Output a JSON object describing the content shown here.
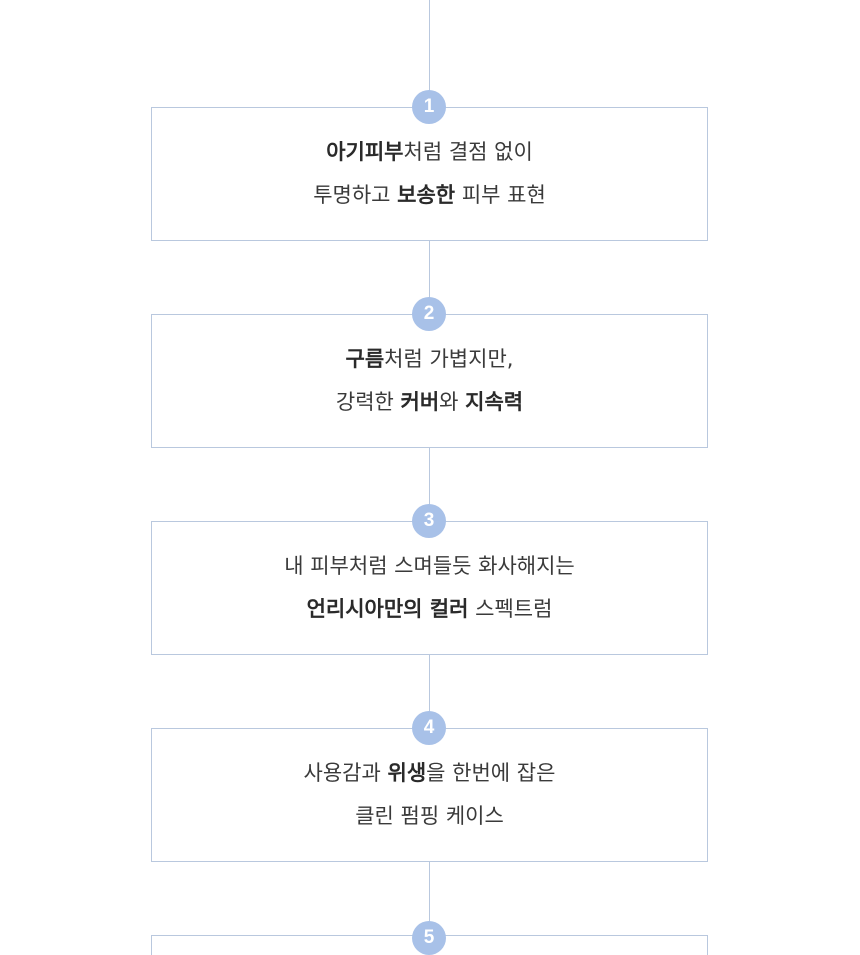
{
  "steps": [
    {
      "number": "1",
      "line1": {
        "b1": "아기피부",
        "t1": "처럼 결점 없이"
      },
      "line2": {
        "t1": "투명하고 ",
        "b1": "보송한",
        "t2": " 피부 표현"
      }
    },
    {
      "number": "2",
      "line1": {
        "b1": "구름",
        "t1": "처럼 가볍지만,"
      },
      "line2": {
        "t1": "강력한 ",
        "b1": "커버",
        "t2": "와 ",
        "b2": "지속력"
      }
    },
    {
      "number": "3",
      "line1": {
        "t1": "내 피부처럼 스며들듯 화사해지는"
      },
      "line2": {
        "b1": "언리시아만의 컬러",
        "t1": " 스펙트럼"
      }
    },
    {
      "number": "4",
      "line1": {
        "t1": "사용감과 ",
        "b1": "위생",
        "t2": "을 한번에 잡은"
      },
      "line2": {
        "t1": "클린 펌핑 케이스"
      }
    },
    {
      "number": "5"
    }
  ],
  "colors": {
    "line": "#b9c8de",
    "badge": "#a8c1e8",
    "text": "#3a3a3a"
  }
}
